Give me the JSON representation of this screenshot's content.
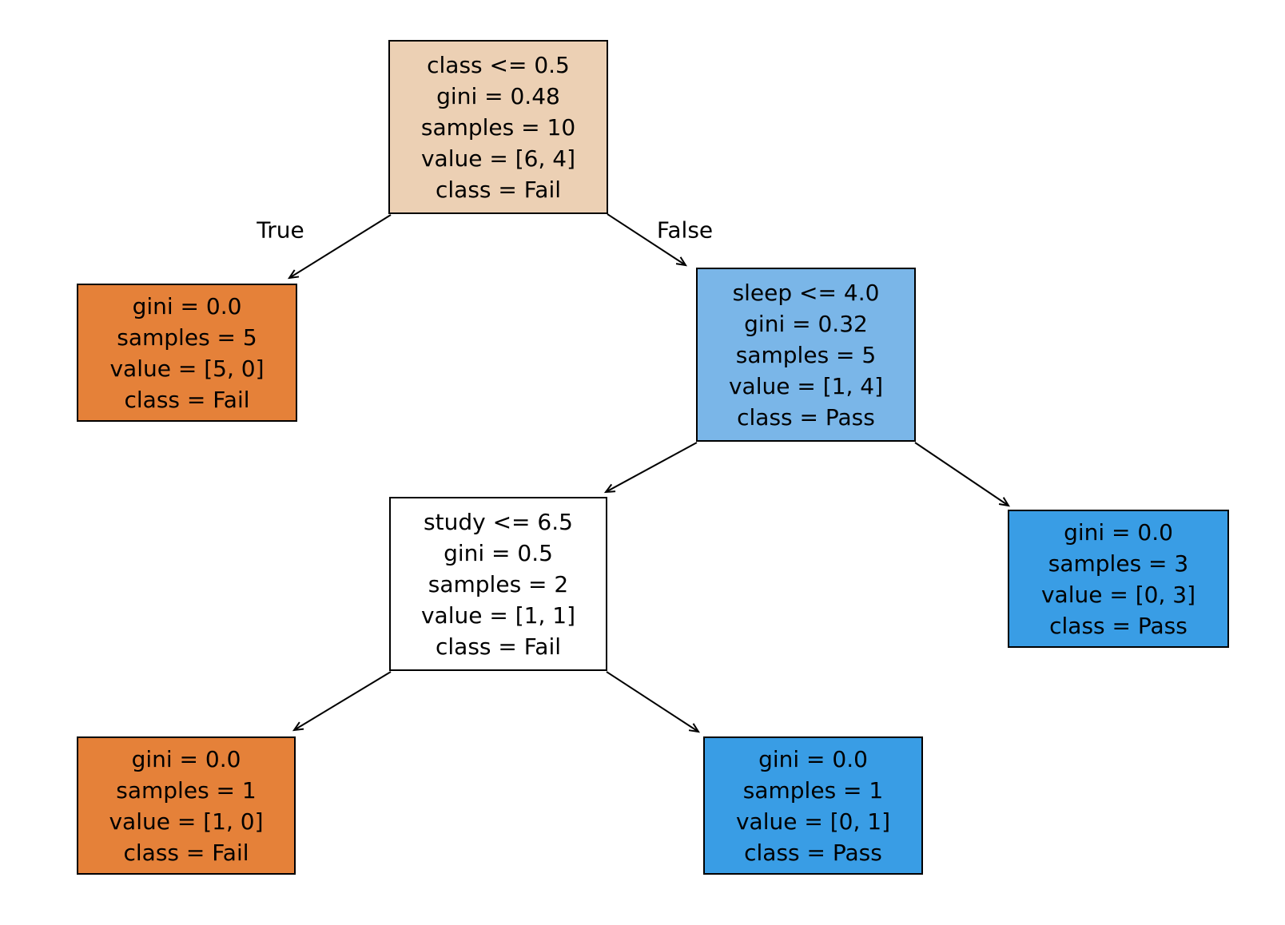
{
  "diagram": {
    "type": "decision-tree",
    "background": "#ffffff",
    "edge_color": "#000000",
    "text_color": "#000000",
    "edge_labels": {
      "true_branch": "True",
      "false_branch": "False"
    },
    "class_colors": {
      "fail_pure": "#e58139",
      "fail_mixed": "#ecd0b4",
      "pass_pure": "#399de5",
      "pass_mixed": "#7ab6e8",
      "tied": "#ffffff"
    },
    "nodes": [
      {
        "id": "root",
        "fill": "#ecd0b4",
        "lines": [
          "class <= 0.5",
          "gini = 0.48",
          "samples = 10",
          "value = [6, 4]",
          "class = Fail"
        ]
      },
      {
        "id": "leaf-fail-5",
        "fill": "#e58139",
        "lines": [
          "gini = 0.0",
          "samples = 5",
          "value = [5, 0]",
          "class = Fail"
        ]
      },
      {
        "id": "node-sleep",
        "fill": "#7ab6e8",
        "lines": [
          "sleep <= 4.0",
          "gini = 0.32",
          "samples = 5",
          "value = [1, 4]",
          "class = Pass"
        ]
      },
      {
        "id": "node-study",
        "fill": "#ffffff",
        "lines": [
          "study <= 6.5",
          "gini = 0.5",
          "samples = 2",
          "value = [1, 1]",
          "class = Fail"
        ]
      },
      {
        "id": "leaf-pass-3",
        "fill": "#399de5",
        "lines": [
          "gini = 0.0",
          "samples = 3",
          "value = [0, 3]",
          "class = Pass"
        ]
      },
      {
        "id": "leaf-fail-1",
        "fill": "#e58139",
        "lines": [
          "gini = 0.0",
          "samples = 1",
          "value = [1, 0]",
          "class = Fail"
        ]
      },
      {
        "id": "leaf-pass-1",
        "fill": "#399de5",
        "lines": [
          "gini = 0.0",
          "samples = 1",
          "value = [0, 1]",
          "class = Pass"
        ]
      }
    ]
  }
}
